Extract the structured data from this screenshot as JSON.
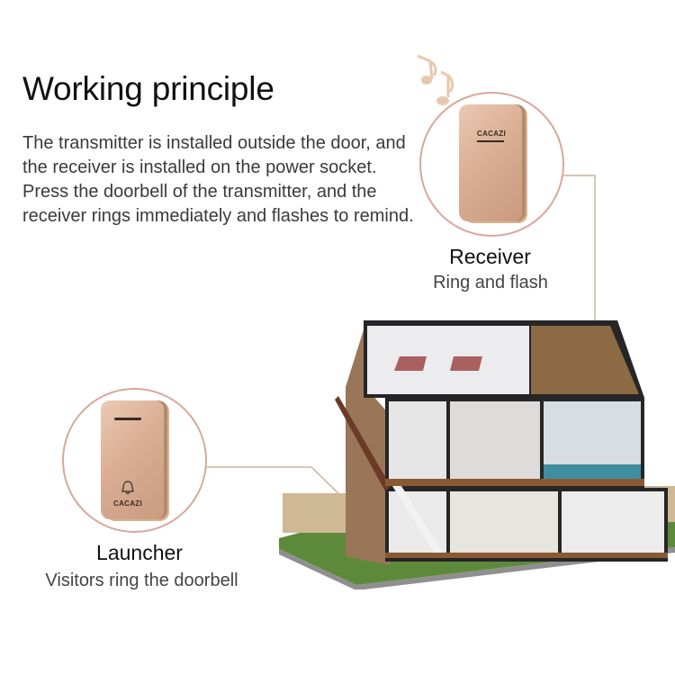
{
  "heading": {
    "title": "Working principle",
    "description": "The transmitter is installed outside the door, and the receiver is installed on the power socket. Press the doorbell of the transmitter, and the receiver rings immediately and flashes to remind."
  },
  "receiver": {
    "title": "Receiver",
    "subtitle": "Ring and flash",
    "brand": "CACAZI",
    "icon": "music-notes-icon"
  },
  "launcher": {
    "title": "Launcher",
    "subtitle": "Visitors ring the doorbell",
    "brand": "CACAZI",
    "icon": "bell-icon"
  },
  "colors": {
    "circle_border": "#d8a899",
    "connector": "#c9b59a",
    "device_gold": "#d9ae94",
    "note_color": "#e8c8ad"
  }
}
